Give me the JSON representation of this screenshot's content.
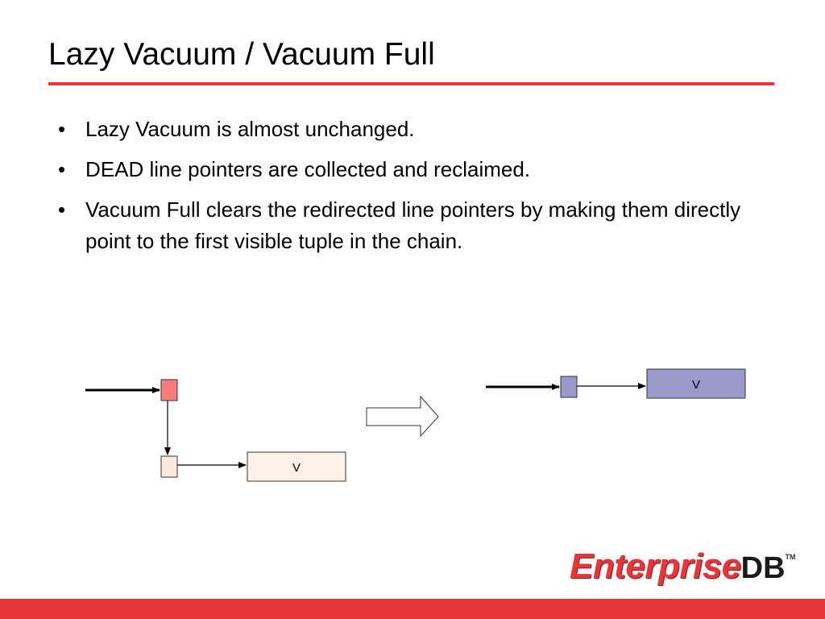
{
  "slide": {
    "title": "Lazy Vacuum / Vacuum Full",
    "bullets": [
      "Lazy Vacuum is almost unchanged.",
      "DEAD line pointers are collected and reclaimed.",
      "Vacuum Full clears the redirected line pointers by making them directly point to the first visible tuple in the chain."
    ],
    "bullet_glyph": "•"
  },
  "diagram": {
    "before_tuple_label": "V",
    "after_tuple_label": "V"
  },
  "logo": {
    "text_enterprise": "Enterprise",
    "text_db": "DB",
    "text_tm": "TM"
  },
  "colors": {
    "accent": "#e8353a",
    "redirect_pointer": "#f87b7b",
    "line_pointer": "#fde9d9",
    "tuple_before": "#fdf1e8",
    "pointer_after": "#9999cc"
  }
}
